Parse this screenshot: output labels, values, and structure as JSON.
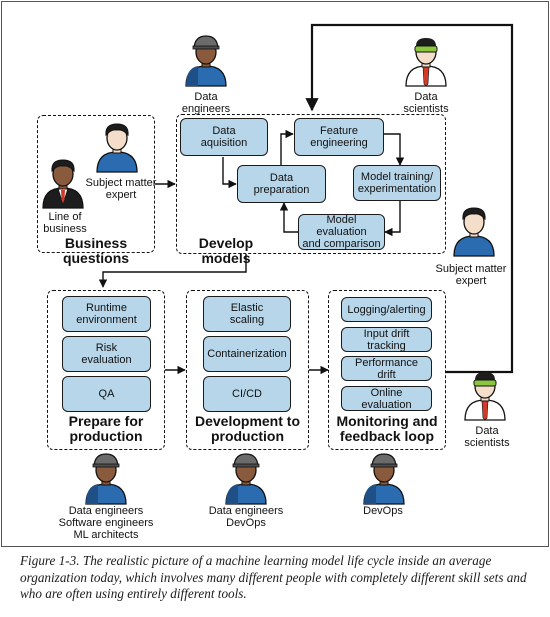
{
  "roles": {
    "data_engineers_top": [
      "Data",
      "engineers"
    ],
    "data_scientists_top": [
      "Data",
      "scientists"
    ],
    "subject_matter_expert_left": [
      "Subject matter",
      "expert"
    ],
    "line_of_business": [
      "Line of",
      "business"
    ],
    "subject_matter_expert_right": [
      "Subject matter",
      "expert"
    ],
    "data_scientists_right": [
      "Data",
      "scientists"
    ],
    "bottom_left": [
      "Data engineers",
      "Software engineers",
      "ML architects"
    ],
    "bottom_middle": [
      "Data engineers",
      "DevOps"
    ],
    "bottom_right": [
      "DevOps"
    ]
  },
  "zones": {
    "business_questions": "Business questions",
    "develop_models": "Develop models",
    "prepare_for_production": [
      "Prepare for",
      "production"
    ],
    "development_to_production": [
      "Development to",
      "production"
    ],
    "monitoring": [
      "Monitoring and",
      "feedback loop"
    ]
  },
  "steps": {
    "data_acquisition": [
      "Data",
      "aquisition"
    ],
    "data_preparation": [
      "Data",
      "preparation"
    ],
    "feature_engineering": [
      "Feature",
      "engineering"
    ],
    "model_training": [
      "Model training/",
      "experimentation"
    ],
    "model_evaluation": [
      "Model evaluation",
      "and comparison"
    ],
    "runtime_environment": [
      "Runtime",
      "environment"
    ],
    "risk_evaluation": [
      "Risk",
      "evaluation"
    ],
    "qa": "QA",
    "elastic_scaling": [
      "Elastic",
      "scaling"
    ],
    "containerization": "Containerization",
    "cicd": "CI/CD",
    "logging_alerting": "Logging/alerting",
    "input_drift_tracking": "Input drift tracking",
    "performance_drift": "Performance drift",
    "online_evaluation": "Online evaluation"
  },
  "caption": "Figure 1-3. The realistic picture of a machine learning model life cycle inside an average organization today, which involves many different people with completely different skill sets and who are often using entirely different tools.",
  "colors": {
    "step_fill": "#b7d6ea",
    "skin_dark": "#8a5a3c",
    "skin_light": "#f4ddc9",
    "shirt_blue": "#2b6cb0",
    "hair_dark": "#1d1d1d",
    "coat_white": "#ffffff",
    "tie_red": "#d23a2a",
    "goggles": "#8cc63f",
    "gray_hat": "#6b6b6b"
  }
}
